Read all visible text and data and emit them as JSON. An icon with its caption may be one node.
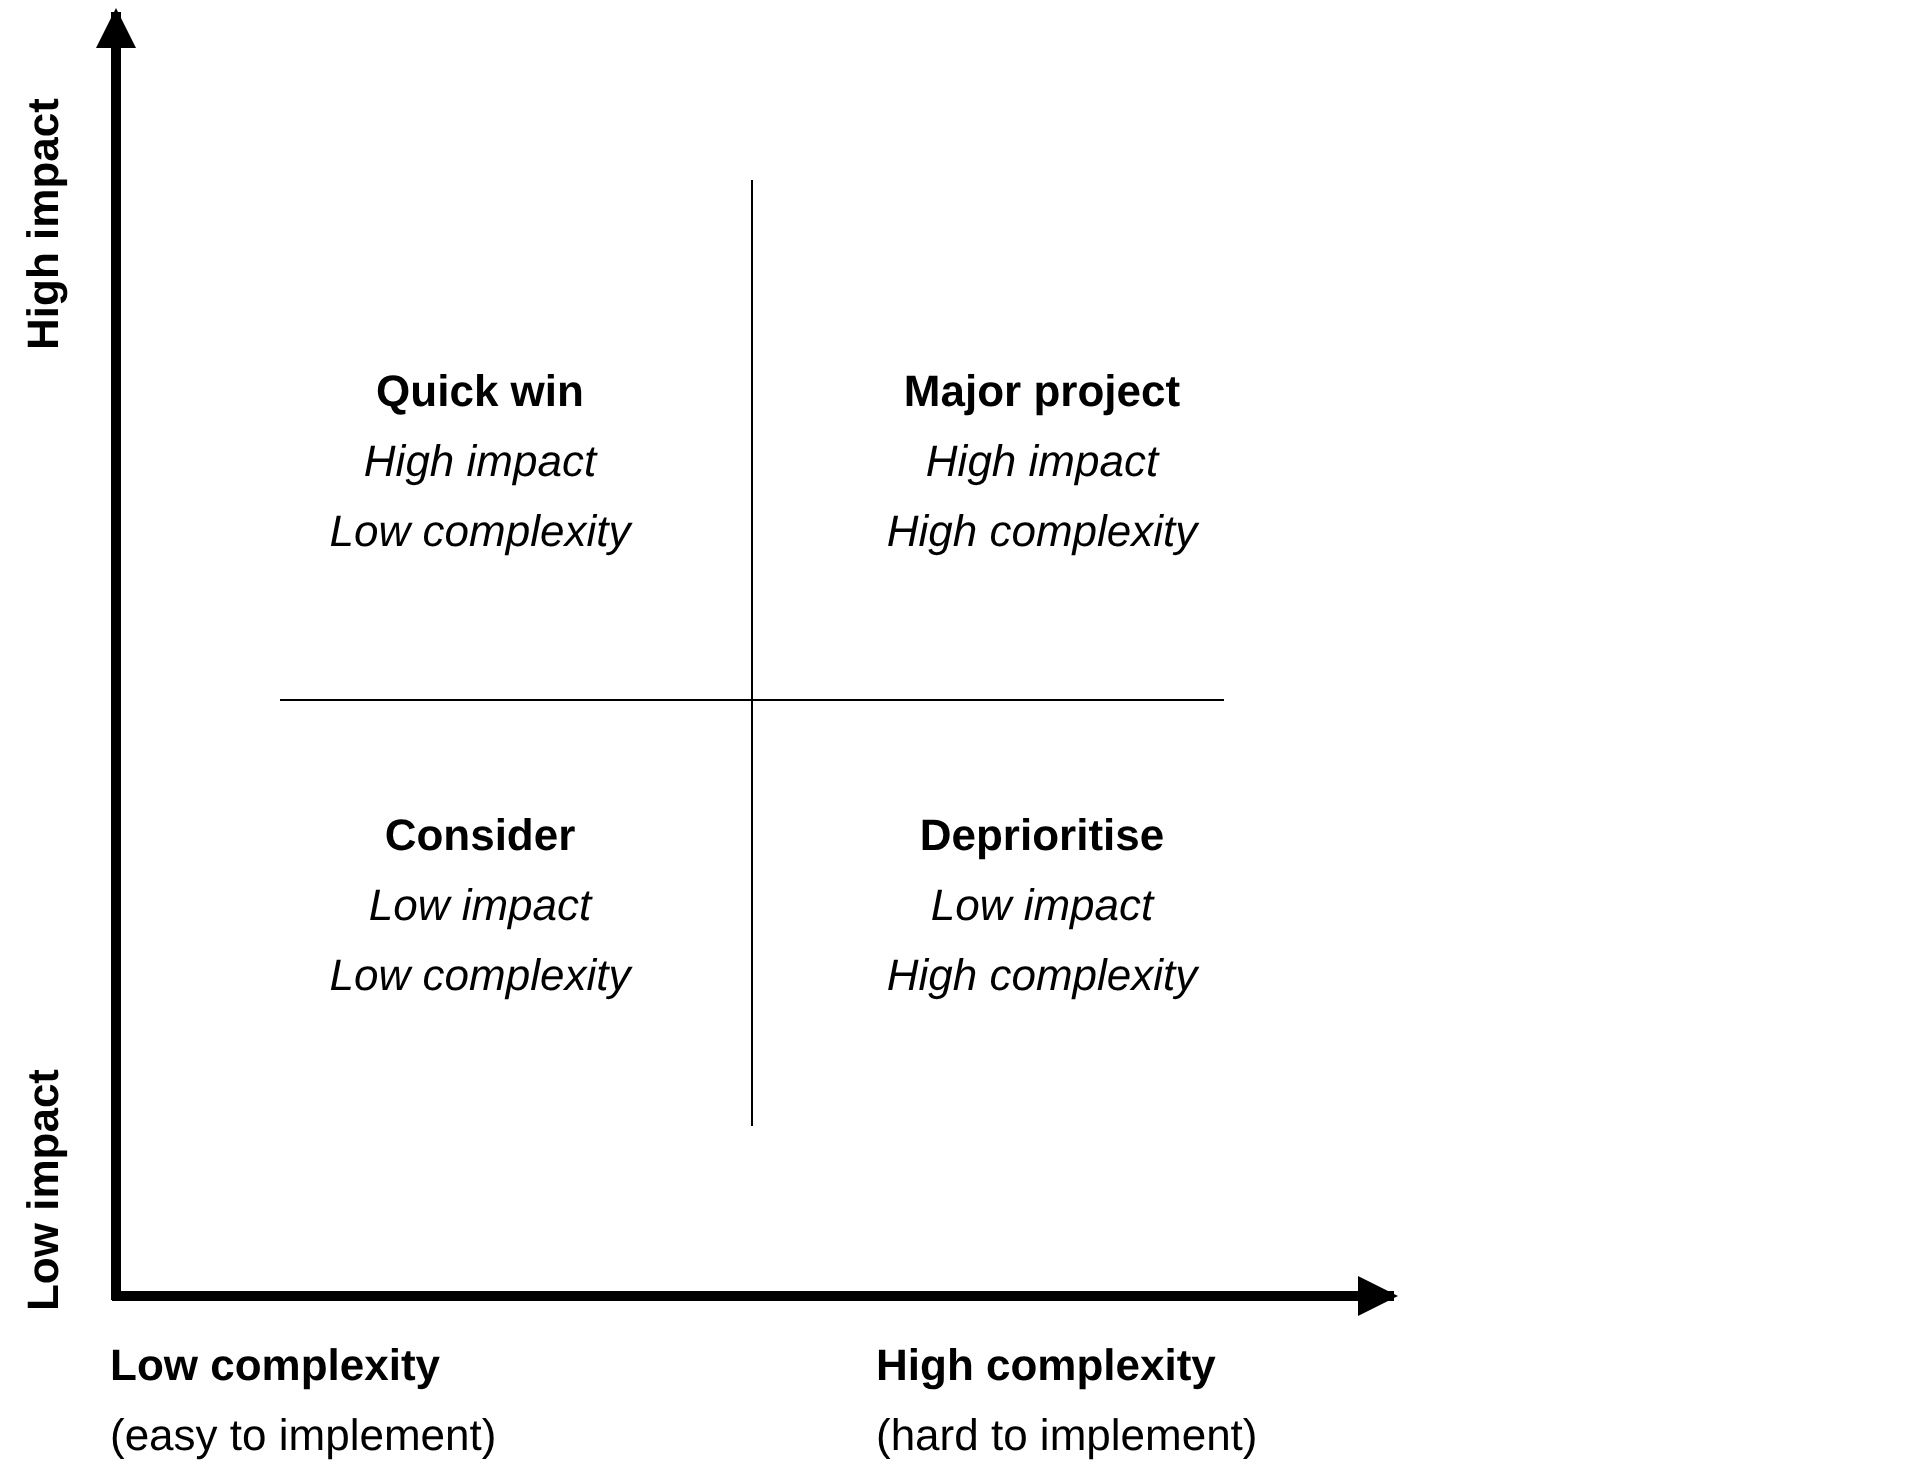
{
  "diagram": {
    "labels": [
      "High impact",
      "Quick win",
      "High impact",
      "Low complexity",
      "Major project",
      "High impact",
      "High complexity",
      "Consider",
      "Low impact",
      "Low complexity",
      "Deprioritise",
      "Low impact",
      "High complexity",
      "Low impact",
      "Low complexity",
      "(easy to implement)",
      "High complexity",
      "(hard to implement)"
    ]
  }
}
